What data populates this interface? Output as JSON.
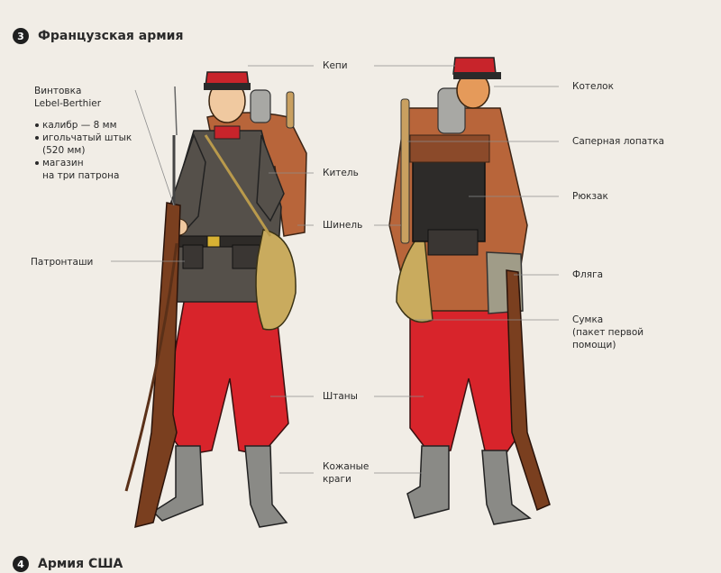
{
  "section3": {
    "number": "3",
    "title": "Французская армия"
  },
  "section4": {
    "number": "4",
    "title": "Армия США"
  },
  "rifle": {
    "name": "Винтовка",
    "model": "Lebel-Berthier",
    "specs": [
      "калибр — 8 мм",
      "игольчатый штык",
      "(520 мм)",
      "магазин",
      "на три патрона"
    ]
  },
  "labels": {
    "cartridge_pouches": "Патронташи",
    "kepi": "Кепи",
    "tunic": "Китель",
    "greatcoat": "Шинель",
    "trousers": "Штаны",
    "gaiters": "Кожаные\nкраги",
    "mess_tin": "Котелок",
    "shovel": "Саперная лопатка",
    "backpack": "Рюкзак",
    "flask": "Фляга",
    "bag": "Сумка\n(пакет первой\nпомощи)"
  },
  "colors": {
    "background": "#f1ede6",
    "trousers_red": "#d8242b",
    "coat_grey": "#55504a",
    "greatcoat_brown": "#b8653a",
    "canvas_khaki": "#c9ab5e",
    "leather": "#7a3f1f",
    "boots": "#8a8a86"
  }
}
